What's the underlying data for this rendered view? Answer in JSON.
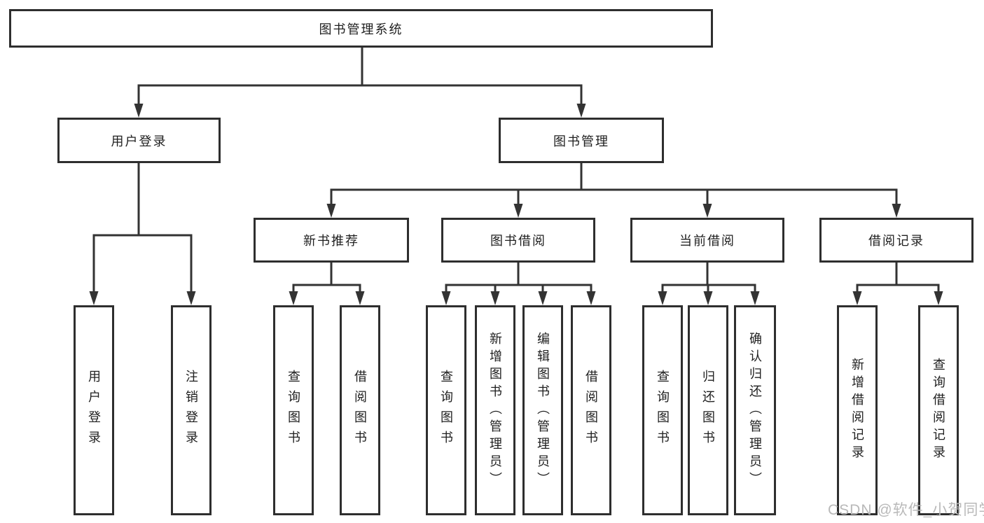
{
  "colors": {
    "line": "#333333",
    "box_border": "#2e2e2e",
    "text": "#1f1f1f",
    "watermark": "#b9b9b9",
    "background": "#ffffff"
  },
  "watermark": {
    "text": "CSDN @软件_小贺同学"
  },
  "tree": {
    "root": {
      "label": "图书管理系统"
    },
    "children": [
      {
        "label": "用户登录",
        "children": [
          {
            "label": "用户登录"
          },
          {
            "label": "注销登录"
          }
        ]
      },
      {
        "label": "图书管理",
        "children": [
          {
            "label": "新书推荐",
            "children": [
              {
                "label": "查询图书"
              },
              {
                "label": "借阅图书"
              }
            ]
          },
          {
            "label": "图书借阅",
            "children": [
              {
                "label": "查询图书"
              },
              {
                "label": "新增图书（管理员）"
              },
              {
                "label": "编辑图书（管理员）"
              },
              {
                "label": "借阅图书"
              }
            ]
          },
          {
            "label": "当前借阅",
            "children": [
              {
                "label": "查询图书"
              },
              {
                "label": "归还图书"
              },
              {
                "label": "确认归还（管理员）"
              }
            ]
          },
          {
            "label": "借阅记录",
            "children": [
              {
                "label": "新增借阅记录"
              },
              {
                "label": "查询借阅记录"
              }
            ]
          }
        ]
      }
    ]
  }
}
